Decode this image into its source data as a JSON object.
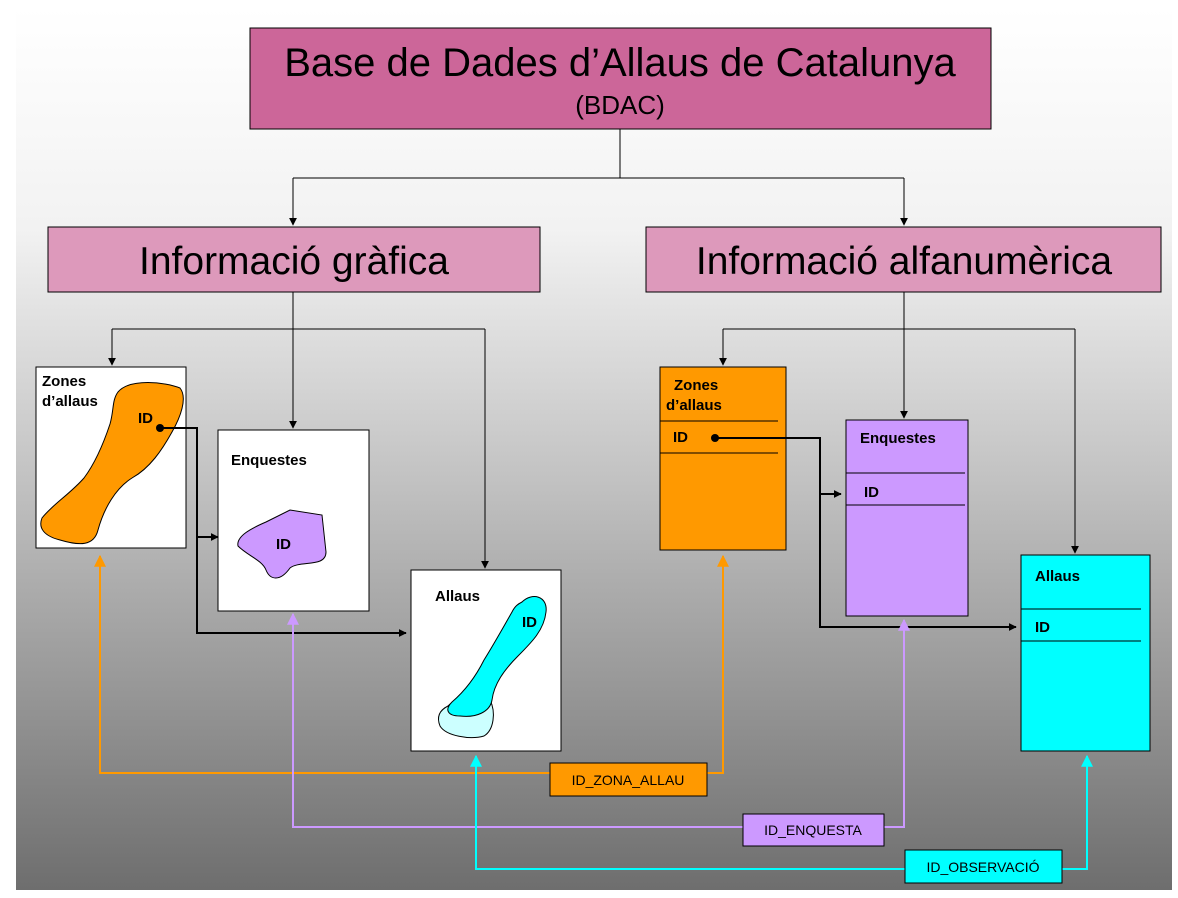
{
  "title": {
    "main": "Base de Dades d’Allaus de Catalunya",
    "sub": "(BDAC)"
  },
  "sections": {
    "graphic": "Informació gràfica",
    "alpha": "Informació alfanumèrica"
  },
  "graphic_panels": {
    "zones": {
      "line1": "Zones",
      "line2": "d’allaus",
      "id": "ID"
    },
    "enquestes": {
      "label": "Enquestes",
      "id": "ID"
    },
    "allaus": {
      "label": "Allaus",
      "id": "ID"
    }
  },
  "tables": {
    "zones": {
      "line1": "Zones",
      "line2": "d’allaus",
      "id": "ID"
    },
    "enquestes": {
      "label": "Enquestes",
      "id": "ID"
    },
    "allaus": {
      "label": "Allaus",
      "id": "ID"
    }
  },
  "keys": {
    "zona": "ID_ZONA_ALLAU",
    "enquesta": "ID_ENQUESTA",
    "observacio": "ID_OBSERVACIÓ"
  },
  "colors": {
    "title_fill": "#CC6699",
    "section_fill": "#DD99BB",
    "orange": "#FF9900",
    "purple": "#CC99FF",
    "cyan": "#00FFFF",
    "light_cyan": "#CCFFFF"
  }
}
